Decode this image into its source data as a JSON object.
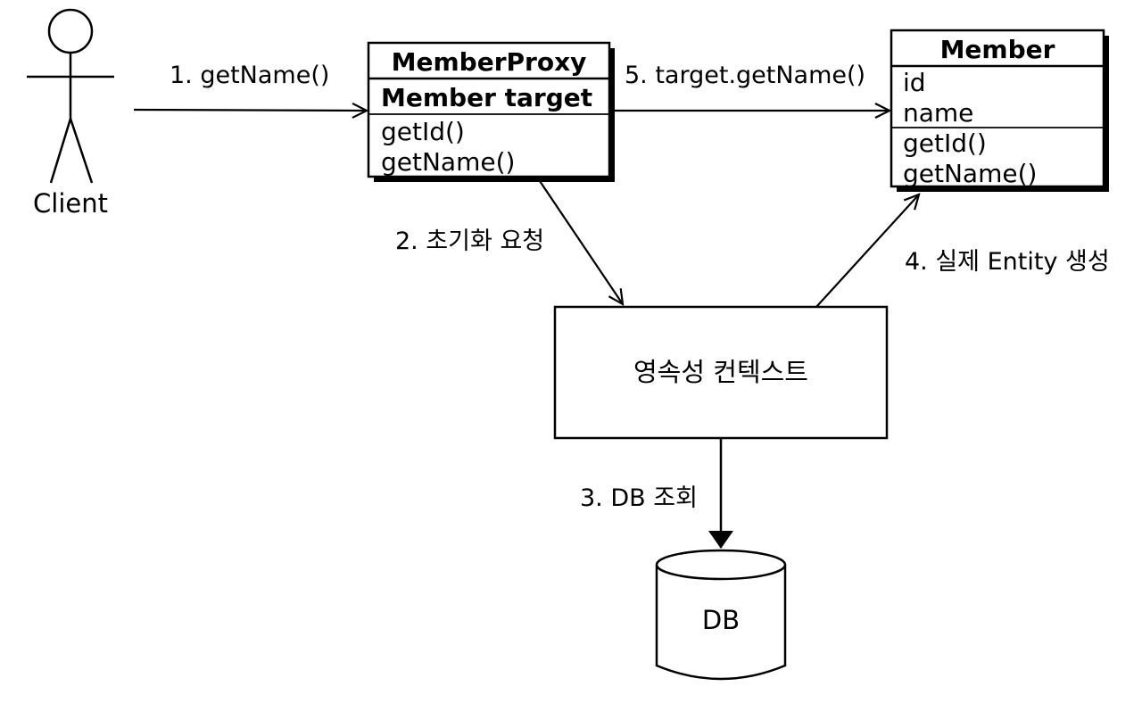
{
  "actor": {
    "label": "Client"
  },
  "proxy": {
    "title": "MemberProxy",
    "field": "Member target",
    "methods": [
      "getId()",
      "getName()"
    ]
  },
  "member": {
    "title": "Member",
    "fields": [
      "id",
      "name"
    ],
    "methods": [
      "getId()",
      "getName()"
    ]
  },
  "context": {
    "label": "영속성 컨텍스트"
  },
  "db": {
    "label": "DB"
  },
  "steps": {
    "s1": "1. getName()",
    "s2": "2. 초기화 요청",
    "s3": "3. DB 조회",
    "s4": "4. 실제 Entity 생성",
    "s5": "5. target.getName()"
  }
}
